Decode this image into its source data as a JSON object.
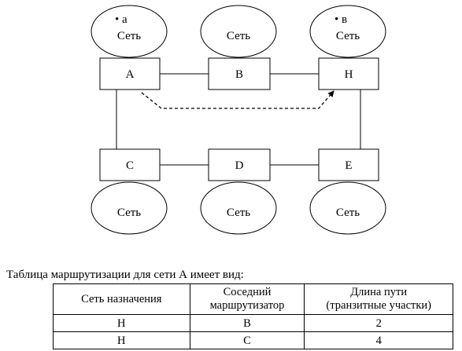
{
  "diagram": {
    "routers": [
      {
        "id": "A",
        "label": "A"
      },
      {
        "id": "B",
        "label": "B"
      },
      {
        "id": "H",
        "label": "H"
      },
      {
        "id": "C",
        "label": "C"
      },
      {
        "id": "D",
        "label": "D"
      },
      {
        "id": "E",
        "label": "E"
      }
    ],
    "networks": [
      {
        "id": "net-a",
        "label": "Сеть",
        "marker": "• а"
      },
      {
        "id": "net-b",
        "label": "Сеть"
      },
      {
        "id": "net-h",
        "label": "Сеть",
        "marker": "• в"
      },
      {
        "id": "net-c",
        "label": "Сеть"
      },
      {
        "id": "net-d",
        "label": "Сеть"
      },
      {
        "id": "net-e",
        "label": "Сеть"
      }
    ]
  },
  "caption": "Таблица маршрутизации для сети А имеет вид:",
  "table": {
    "headers": [
      {
        "line1": "Сеть назначения",
        "line2": ""
      },
      {
        "line1": "Соседний",
        "line2": "маршрутизатор"
      },
      {
        "line1": "Длина пути",
        "line2": "(транзитные участки)"
      }
    ],
    "rows": [
      [
        "H",
        "B",
        "2"
      ],
      [
        "H",
        "C",
        "4"
      ]
    ]
  }
}
